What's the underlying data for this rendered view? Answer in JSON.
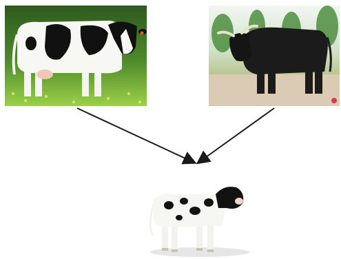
{
  "diagram": {
    "parents": [
      {
        "role": "mother",
        "animal": "holstein-cow",
        "photo_style": "color photograph"
      },
      {
        "role": "father",
        "animal": "black-bull",
        "photo_style": "color photograph"
      }
    ],
    "offspring": {
      "animal": "black-and-white-calf"
    },
    "relations": [
      {
        "from": "holstein-cow",
        "to": "black-and-white-calf"
      },
      {
        "from": "black-bull",
        "to": "black-and-white-calf"
      }
    ],
    "colors": {
      "arrow": "#1a1a1a",
      "cow_pattern_dark": "#111111",
      "bull_coat": "#1b1b1b",
      "grass": "#8fc93a",
      "sky_bg": "#eef3ef"
    }
  }
}
